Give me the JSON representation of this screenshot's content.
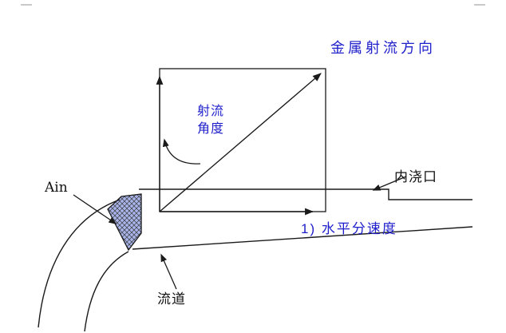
{
  "labels": {
    "jet_direction": "金属射流方向",
    "jet_angle": "射流\n角度",
    "ingate": "内浇口",
    "ain": "Ain",
    "horizontal_velocity": "1) 水平分速度",
    "runner": "流道"
  },
  "colors": {
    "annotation_blue": "#2121cc",
    "line_black": "#1a1a1a",
    "section_fill": "#a8b4ea",
    "hatch_stroke": "#3a3a3a"
  },
  "icons": {
    "arrowhead": "filled-triangle-arrowhead",
    "section_pattern": "crosshatch"
  }
}
